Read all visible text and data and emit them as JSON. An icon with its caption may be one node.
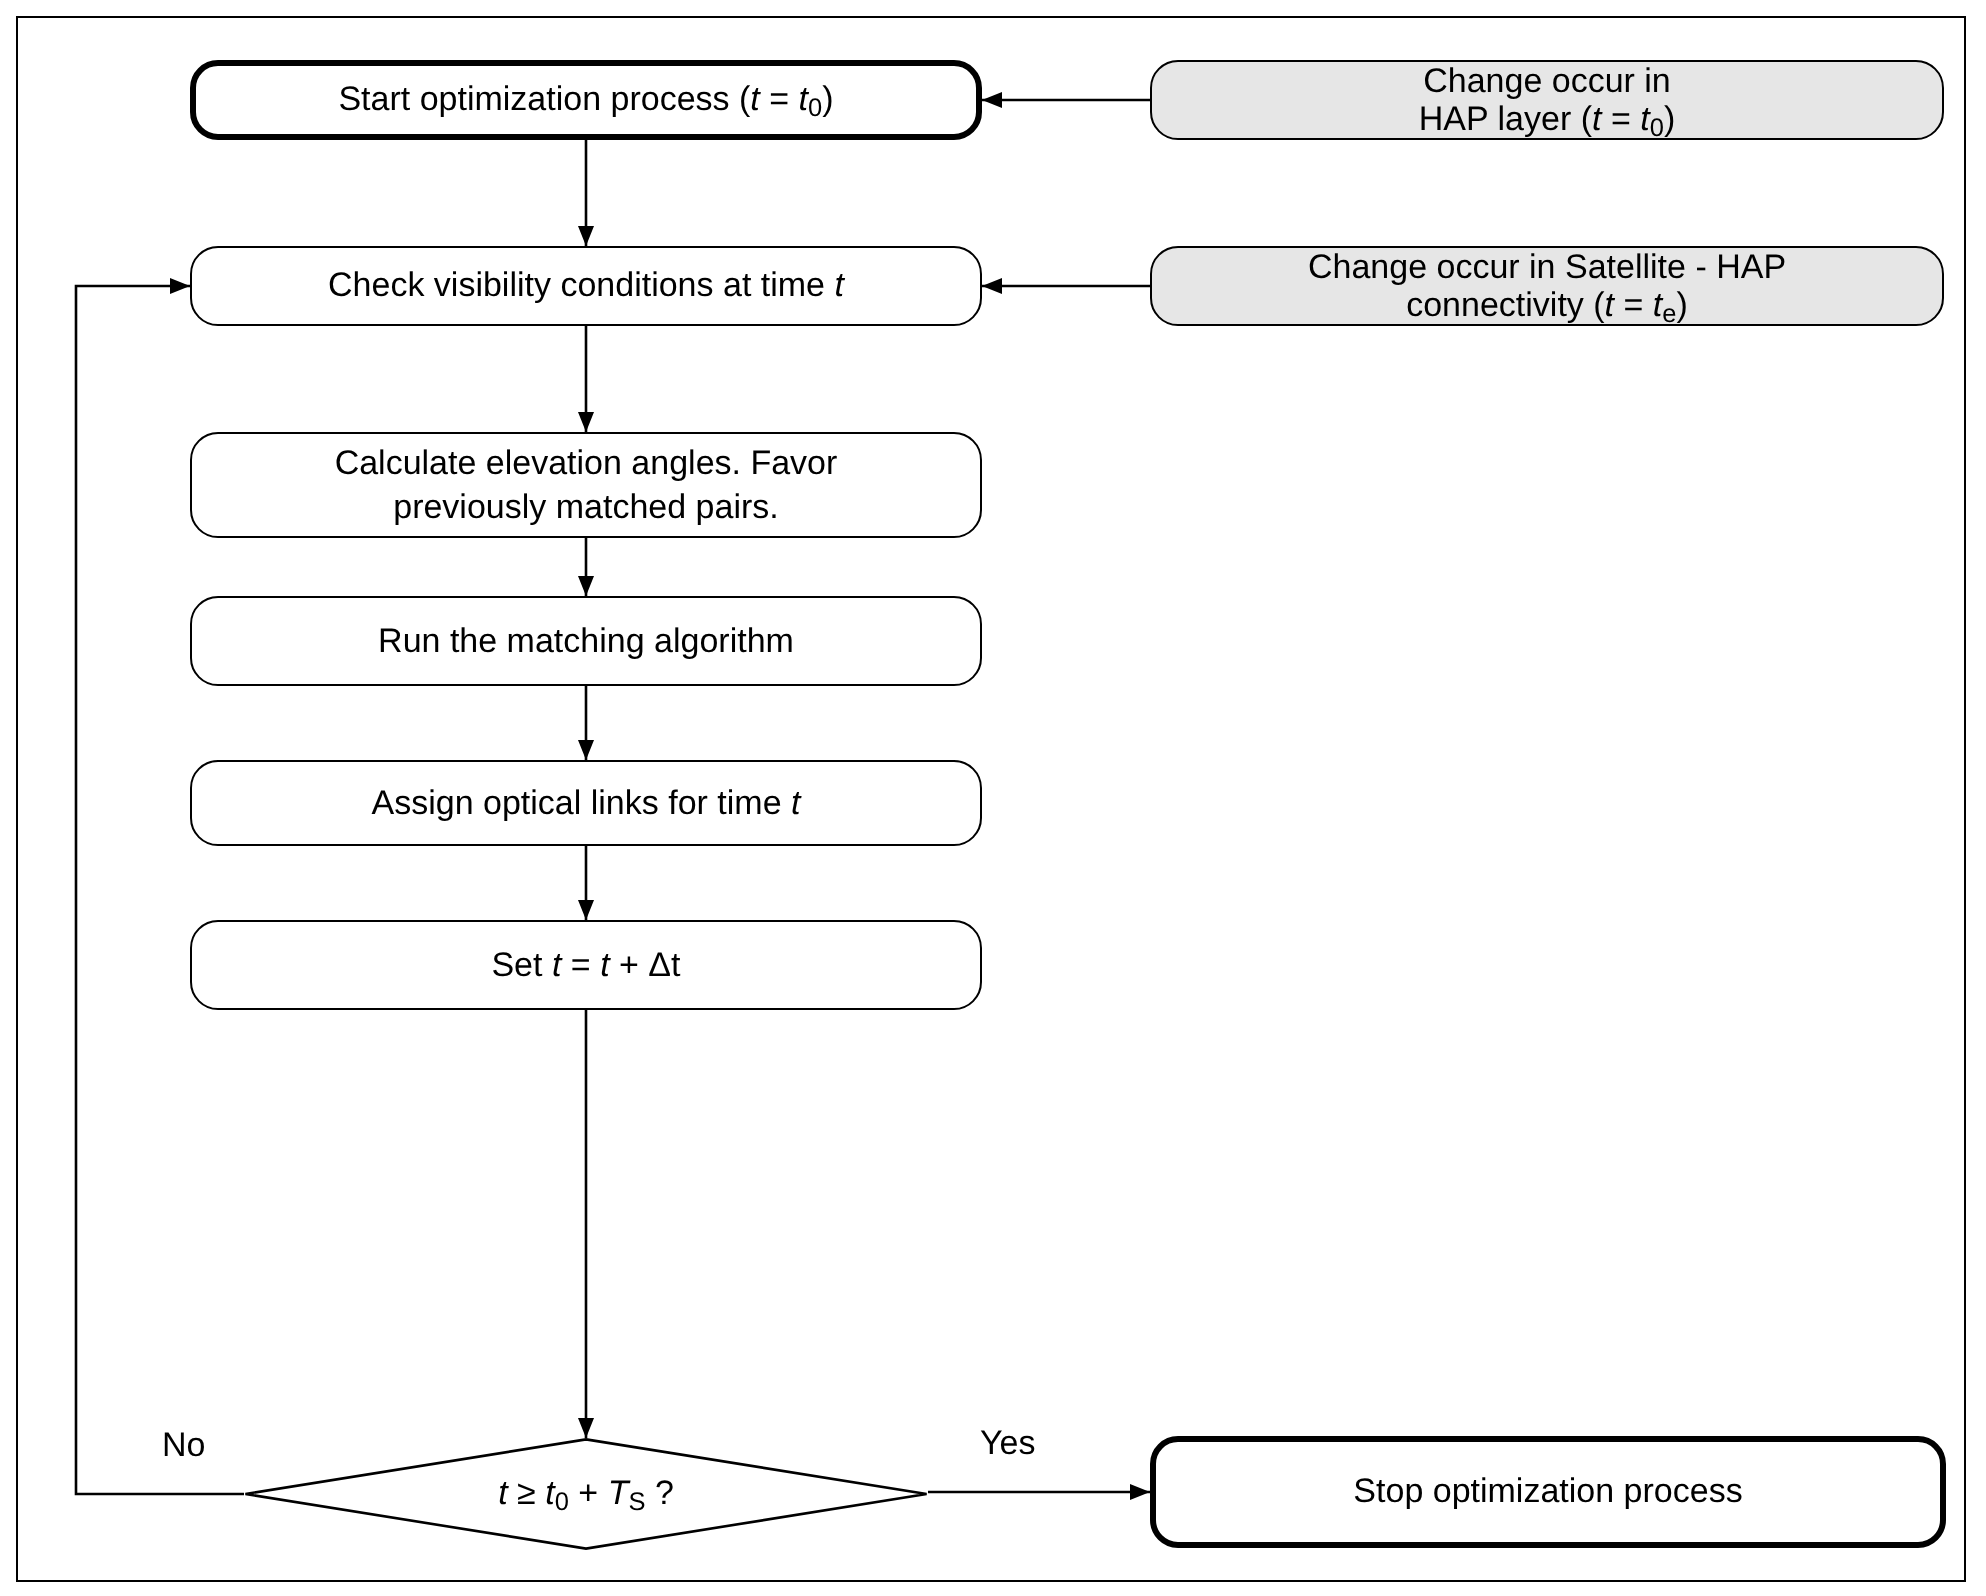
{
  "diagram": {
    "nodes": [
      {
        "text": [
          "Start optimization process (*t* = *t*$_{0}$)"
        ]
      },
      {
        "text": [
          "Change occur in HAP layer (*t* = *t*$_{0}$)"
        ]
      },
      {
        "text": [
          "Check visibility conditions at time *t*"
        ]
      },
      {
        "text": [
          "Change occur in Satellite - HAP connectivity (*t* = *t*$_{e}$)"
        ]
      },
      {
        "text": [
          "Calculate elevation angles. Favor previously matched pairs."
        ]
      },
      {
        "text": [
          "Run the matching algorithm"
        ]
      },
      {
        "text": [
          "Assign optical links for time *t*"
        ]
      },
      {
        "text": [
          "Set *t* = *t* + Δt"
        ]
      },
      {
        "text": [
          "*t* ≥ *t*$_{0}$ + *T*$_{S}$ ?"
        ]
      },
      {
        "text": [
          "Stop optimization process"
        ]
      }
    ],
    "edges": [
      {
        "from": 1,
        "to": 0,
        "arrow": "to"
      },
      {
        "from": 0,
        "to": 2,
        "arrow": "to"
      },
      {
        "from": 3,
        "to": 2,
        "arrow": "to"
      },
      {
        "from": 2,
        "to": 4,
        "arrow": "to"
      },
      {
        "from": 4,
        "to": 5,
        "arrow": "to"
      },
      {
        "from": 5,
        "to": 6,
        "arrow": "to"
      },
      {
        "from": 6,
        "to": 7,
        "arrow": "to"
      },
      {
        "from": 7,
        "to": 8,
        "arrow": "to"
      },
      {
        "from": 8,
        "to": 9,
        "arrow": "to",
        "label": "Yes"
      },
      {
        "from": 8,
        "to": 2,
        "arrow": "to",
        "label": "No"
      }
    ]
  }
}
